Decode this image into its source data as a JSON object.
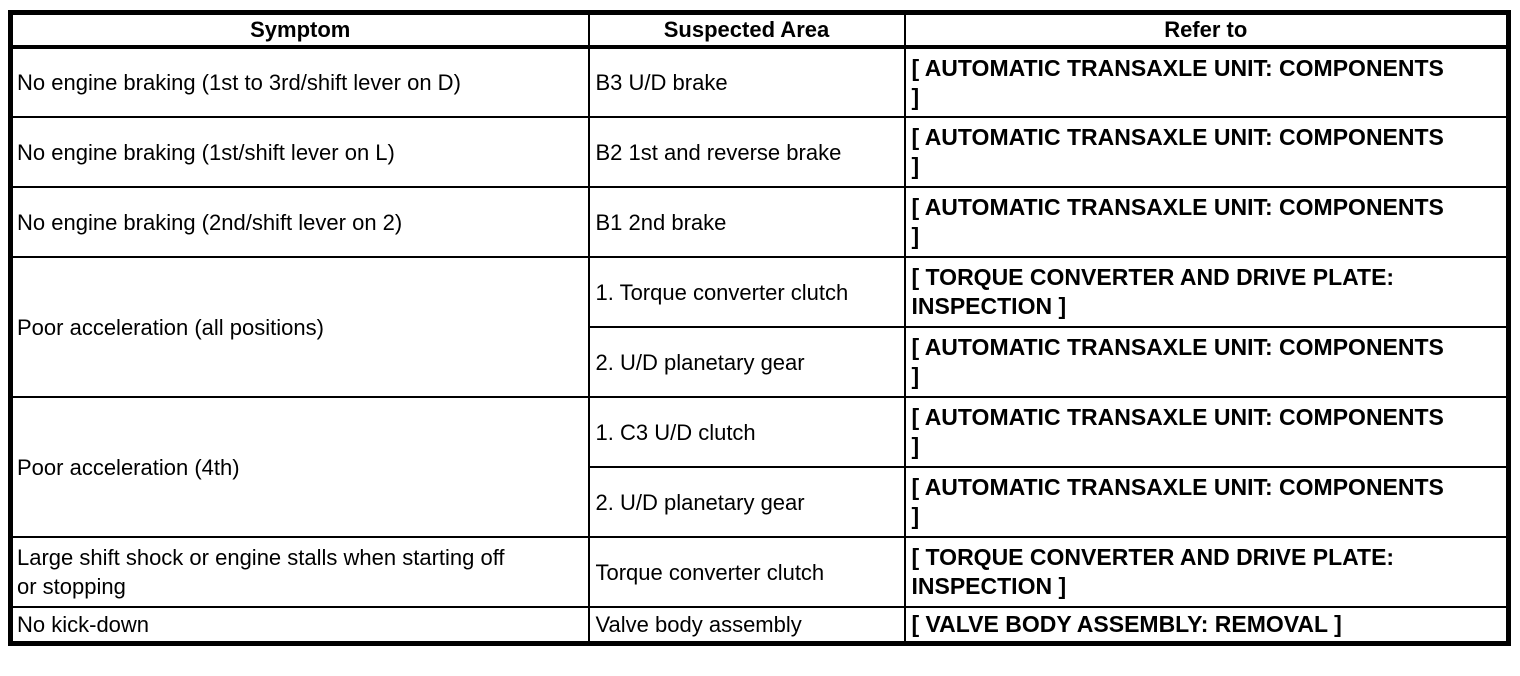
{
  "page": {
    "background_color": "#ffffff",
    "text_color": "#000000",
    "border_color": "#000000"
  },
  "table": {
    "headers": [
      "Symptom",
      "Suspected Area",
      "Refer to"
    ],
    "groups": [
      {
        "symptom": "No engine braking (1st to 3rd/shift lever on D)",
        "entries": [
          {
            "suspected_area": "B3 U/D brake",
            "refer_to": "[ AUTOMATIC TRANSAXLE UNIT: COMPONENTS\n]"
          }
        ]
      },
      {
        "symptom": "No engine braking (1st/shift lever on L)",
        "entries": [
          {
            "suspected_area": "B2 1st and reverse brake",
            "refer_to": "[ AUTOMATIC TRANSAXLE UNIT: COMPONENTS\n]"
          }
        ]
      },
      {
        "symptom": "No engine braking (2nd/shift lever on 2)",
        "entries": [
          {
            "suspected_area": "B1 2nd brake",
            "refer_to": "[ AUTOMATIC TRANSAXLE UNIT: COMPONENTS\n]"
          }
        ]
      },
      {
        "symptom": "Poor acceleration (all positions)",
        "entries": [
          {
            "suspected_area": "1. Torque converter clutch",
            "refer_to": "[ TORQUE CONVERTER AND DRIVE PLATE:\nINSPECTION ]"
          },
          {
            "suspected_area": "2. U/D planetary gear",
            "refer_to": "[ AUTOMATIC TRANSAXLE UNIT: COMPONENTS\n]"
          }
        ]
      },
      {
        "symptom": "Poor acceleration (4th)",
        "entries": [
          {
            "suspected_area": "1. C3 U/D clutch",
            "refer_to": "[ AUTOMATIC TRANSAXLE UNIT: COMPONENTS\n]"
          },
          {
            "suspected_area": "2. U/D planetary gear",
            "refer_to": "[ AUTOMATIC TRANSAXLE UNIT: COMPONENTS\n]"
          }
        ]
      },
      {
        "symptom": "Large shift shock or engine stalls when starting off\nor stopping",
        "entries": [
          {
            "suspected_area": "Torque converter clutch",
            "refer_to": "[ TORQUE CONVERTER AND DRIVE PLATE:\nINSPECTION ]"
          }
        ]
      },
      {
        "symptom": "No kick-down",
        "entries": [
          {
            "suspected_area": "Valve body assembly",
            "refer_to": "[ VALVE BODY ASSEMBLY: REMOVAL ]"
          }
        ]
      }
    ]
  }
}
